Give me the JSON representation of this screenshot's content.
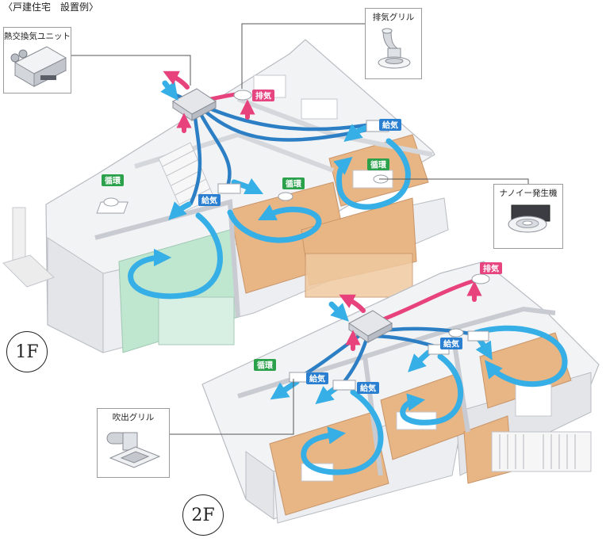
{
  "header": {
    "title": "〈戸建住宅　設置例〉"
  },
  "callouts": {
    "unit": "熱交換気ユニット",
    "exhaust_grille": "排気グリル",
    "nanoe": "ナノイー発生機",
    "supply_grille": "吹出グリル"
  },
  "floors": {
    "first": "1F",
    "second": "2F"
  },
  "tags": {
    "exhaust": "排気",
    "supply": "給気",
    "circulation": "循環"
  },
  "colors": {
    "exhaust_duct": "#e8427c",
    "supply_duct": "#2c7fc4",
    "airflow": "#36aee6",
    "tag_exhaust": "#e6457f",
    "tag_supply": "#2a7fd0",
    "tag_circulation": "#2aa14a",
    "floor_wood": "#e8b684",
    "floor_tatami": "#bfe6cf"
  }
}
